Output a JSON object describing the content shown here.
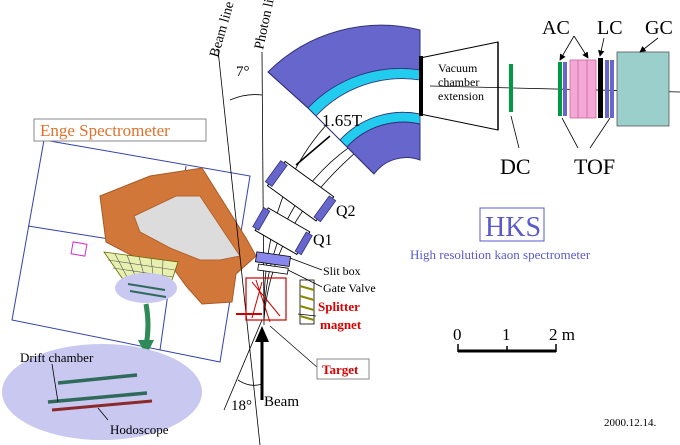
{
  "labels": {
    "beam_line": "Beam line",
    "photon_line": "Photon line",
    "angle_top": "7°",
    "field": "1.65T",
    "vacuum_1": "Vacuum",
    "vacuum_2": "chamber",
    "vacuum_3": "extension",
    "ac": "AC",
    "lc": "LC",
    "gc": "GC",
    "dc": "DC",
    "tof": "TOF",
    "q2": "Q2",
    "q1": "Q1",
    "enge": "Enge Spectrometer",
    "hks": "HKS",
    "hks_full": "High resolution kaon spectrometer",
    "slit_box": "Slit box",
    "gate_valve": "Gate Valve",
    "splitter_1": "Splitter",
    "splitter_2": "magnet",
    "target": "Target",
    "scale_0": "0",
    "scale_1": "1",
    "scale_2": "2 m",
    "drift_chamber": "Drift chamber",
    "hodoscope": "Hodoscope",
    "angle_bottom": "18°",
    "beam": "Beam",
    "date": "2000.12.14."
  },
  "colors": {
    "magnet_outer": "#6666cc",
    "magnet_inner": "#22ccee",
    "enge_magnet": "#d2773a",
    "enge_label": "#e0712c",
    "hks_label": "#5a5acc",
    "splitter_label": "#dd0000",
    "ellipse_fill": "#c8c8f0",
    "gc_fill": "#9bcfcb",
    "ac_fill": "#f4a8d8",
    "dc_green": "#009944",
    "arrow_green": "#2e8b57"
  }
}
